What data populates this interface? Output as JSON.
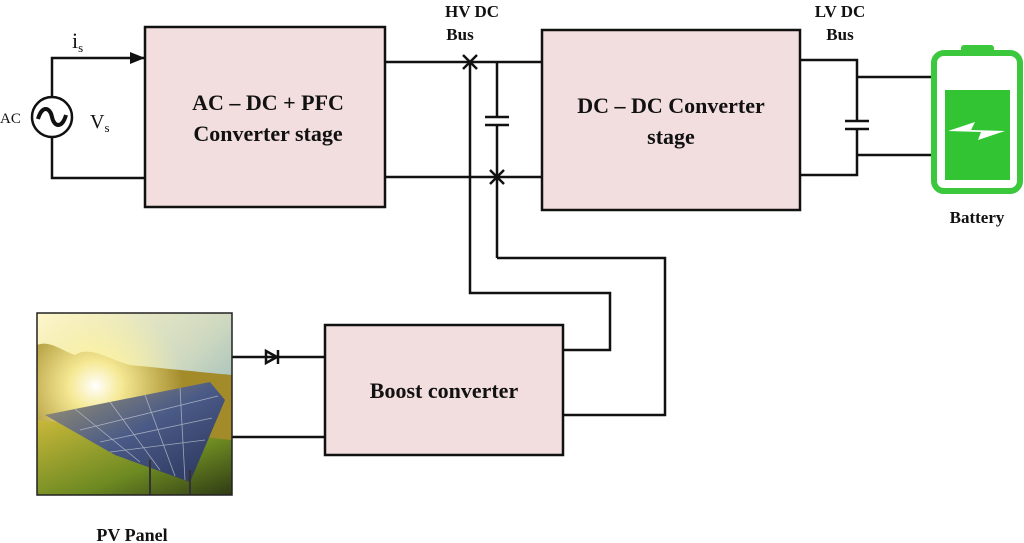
{
  "source": {
    "label": "AC",
    "current_label": "i",
    "current_sub": "s",
    "voltage_label": "V",
    "voltage_sub": "s",
    "icon": "ac-sine-icon"
  },
  "blocks": {
    "acdc": {
      "line1": "AC – DC + PFC",
      "line2": "Converter stage"
    },
    "dcdc": {
      "line1": "DC – DC Converter",
      "line2": "stage"
    },
    "boost": {
      "line1": "Boost converter"
    }
  },
  "buses": {
    "hv": {
      "line1": "HV DC",
      "line2": "Bus"
    },
    "lv": {
      "line1": "LV DC",
      "line2": "Bus"
    }
  },
  "battery": {
    "label": "Battery",
    "icon": "battery-charging-icon",
    "color": "#3cc83c"
  },
  "pv": {
    "label": "PV Panel"
  },
  "colors": {
    "block_fill": "#f2dede",
    "wire": "#111111"
  }
}
